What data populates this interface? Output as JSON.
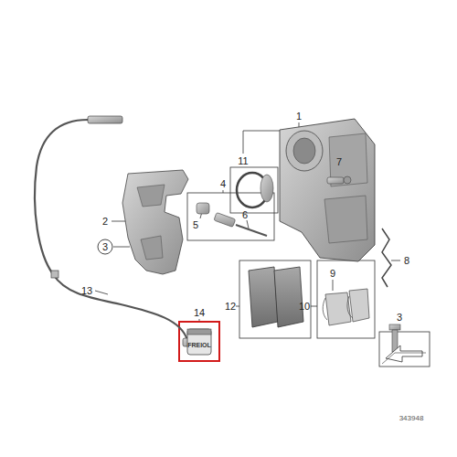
{
  "diagram": {
    "labels": [
      "1",
      "11",
      "7",
      "4",
      "5",
      "6",
      "2",
      "3",
      "8",
      "13",
      "14",
      "12",
      "10",
      "9",
      "3",
      "FREIOL",
      "343948"
    ]
  }
}
